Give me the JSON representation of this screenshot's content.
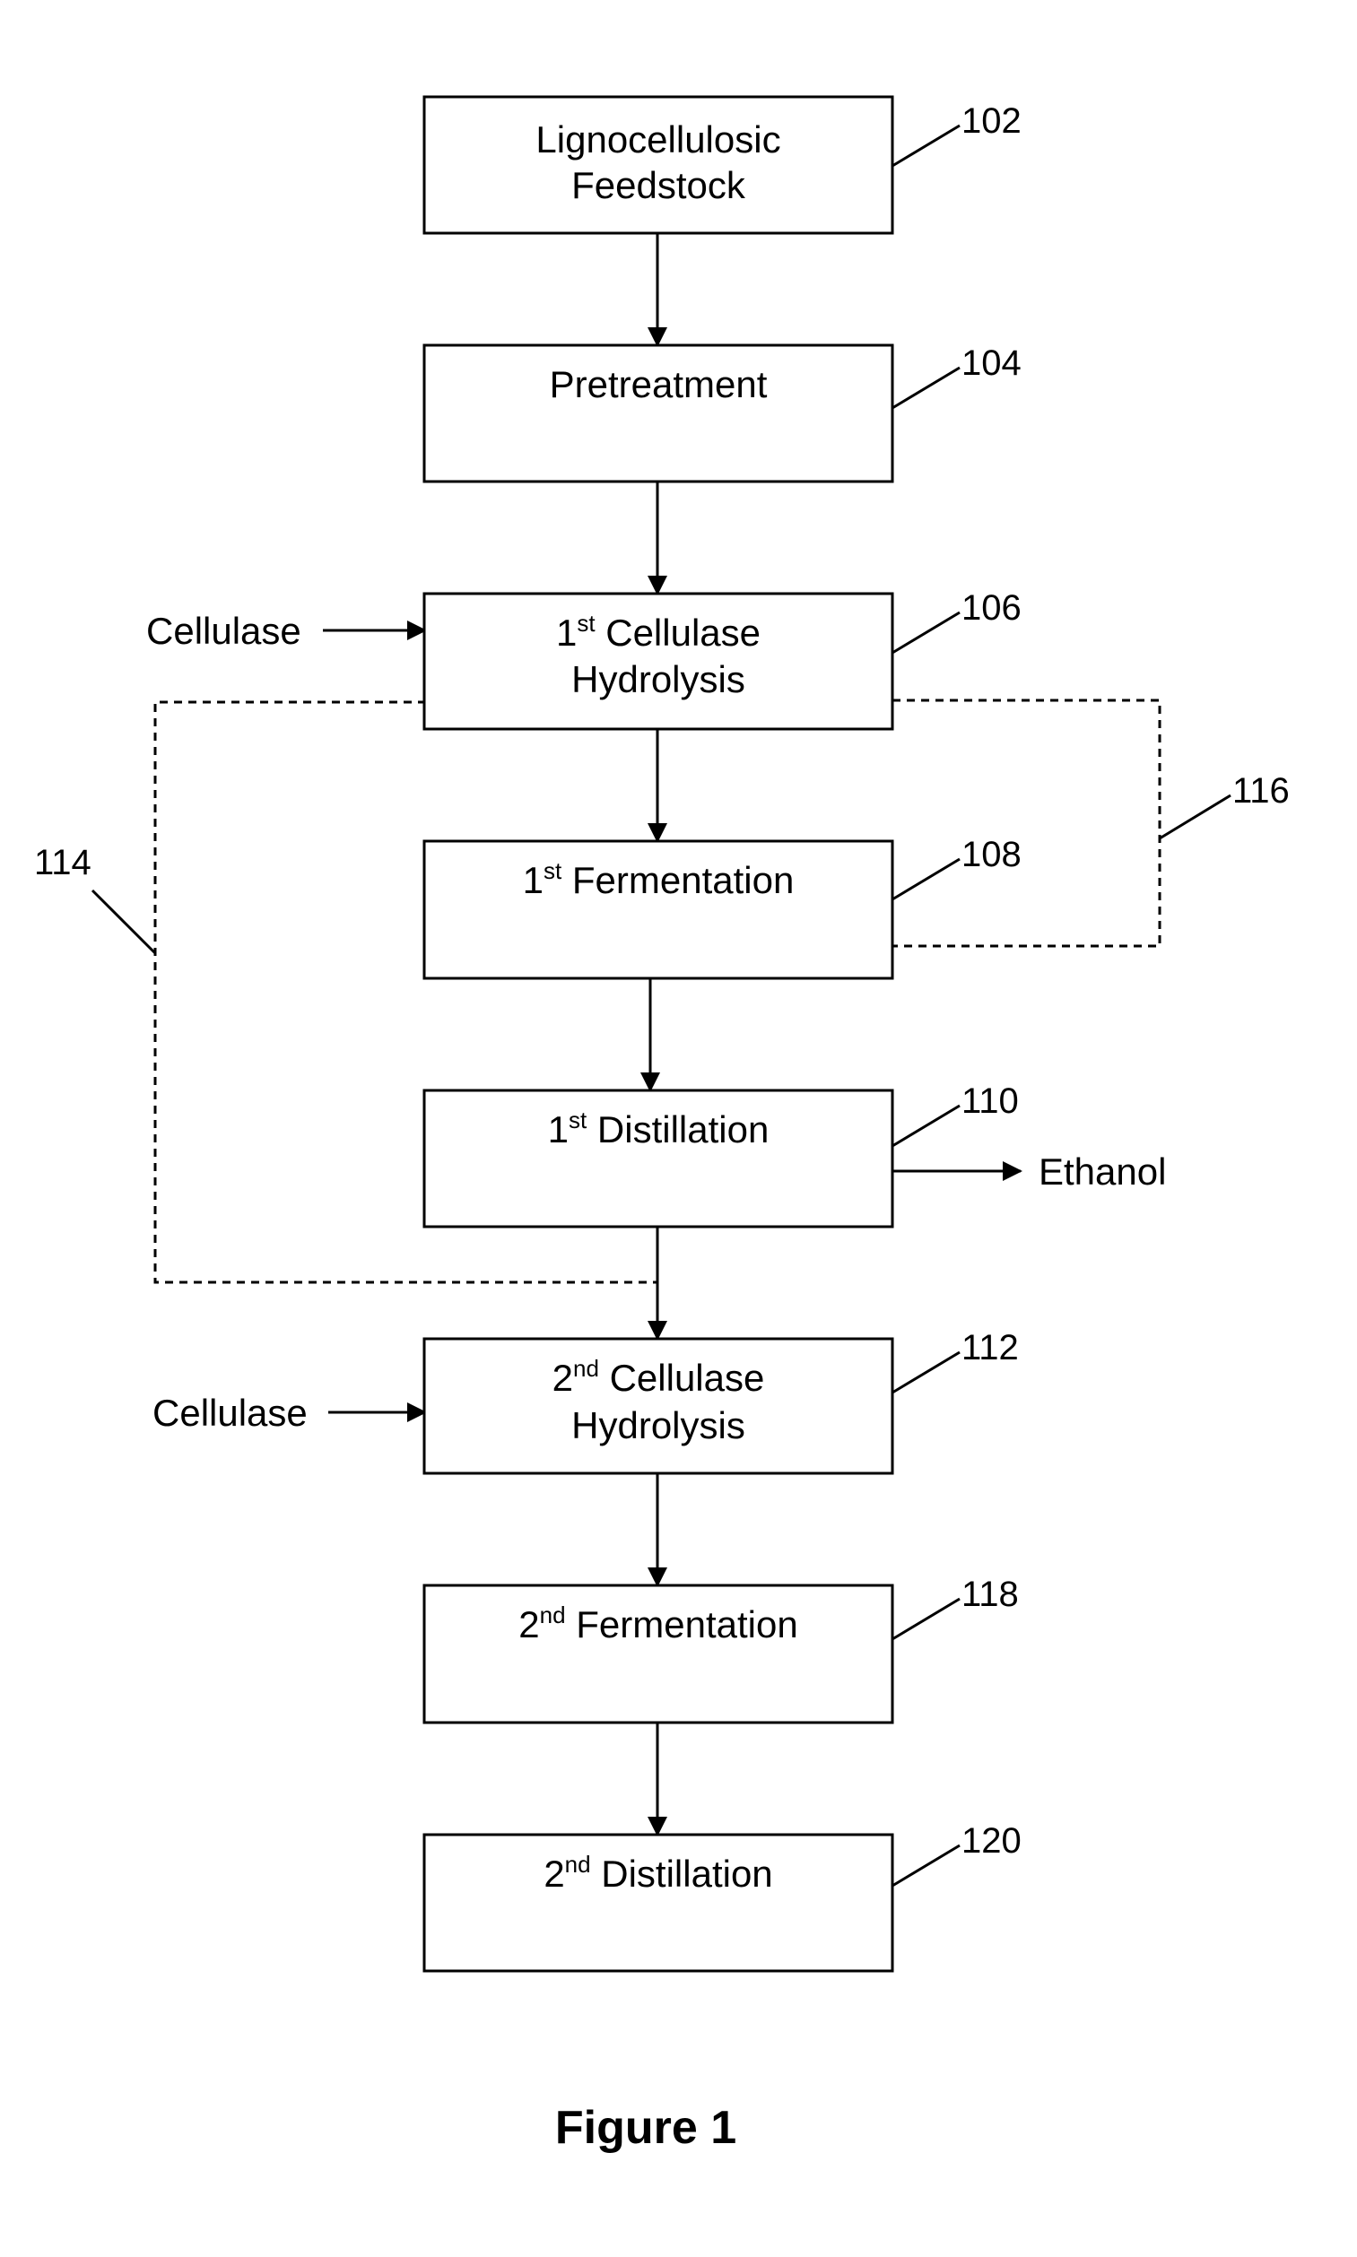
{
  "steps": {
    "s102": {
      "ref": "102",
      "line1": "Lignocellulosic",
      "line2": "Feedstock"
    },
    "s104": {
      "ref": "104",
      "line1": "Pretreatment"
    },
    "s106": {
      "ref": "106",
      "pre": "1",
      "sup": "st",
      "post": " Cellulase",
      "line2": "Hydrolysis"
    },
    "s108": {
      "ref": "108",
      "pre": "1",
      "sup": "st",
      "post": " Fermentation"
    },
    "s110": {
      "ref": "110",
      "pre": "1",
      "sup": "st",
      "post": " Distillation"
    },
    "s112": {
      "ref": "112",
      "pre": "2",
      "sup": "nd",
      "post": " Cellulase",
      "line2": "Hydrolysis"
    },
    "s118": {
      "ref": "118",
      "pre": "2",
      "sup": "nd",
      "post": " Fermentation"
    },
    "s120": {
      "ref": "120",
      "pre": "2",
      "sup": "nd",
      "post": " Distillation"
    }
  },
  "inputs": {
    "cellulase_1": "Cellulase",
    "cellulase_2": "Cellulase"
  },
  "outputs": {
    "ethanol": "Ethanol"
  },
  "bypass": {
    "left_ref": "114",
    "right_ref": "116"
  },
  "caption": "Figure 1"
}
